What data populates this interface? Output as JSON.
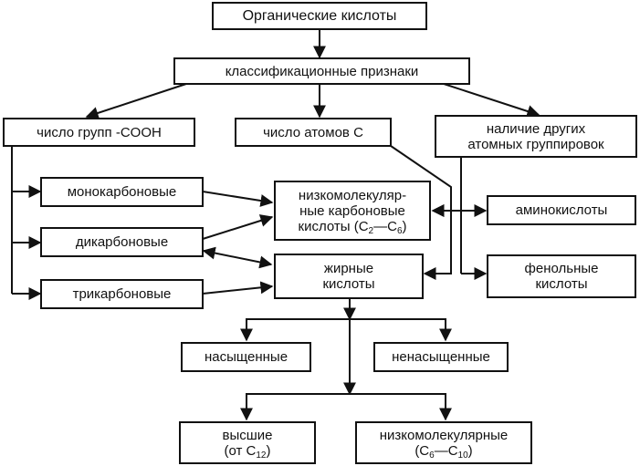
{
  "nodes": {
    "organic_acids": "Органические кислоты",
    "class_features": "классификационные признаки",
    "cooh_groups": "число групп -COOH",
    "carbon_atoms": "число атомов С",
    "other_groups": {
      "line1": "наличие других",
      "line2": "атомных группировок"
    },
    "mono": "монокарбоновые",
    "di": "дикарбоновые",
    "tri": "трикарбоновые",
    "low_mol": {
      "line1": "низкомолекуляр-",
      "line2": "ные карбоновые",
      "line3_prefix": "кислоты (С",
      "sub_a": "2",
      "dash": "—С",
      "sub_b": "6",
      "line3_suffix": ")"
    },
    "fatty": {
      "line1": "жирные",
      "line2": "кислоты"
    },
    "amino": "аминокислоты",
    "phenolic": {
      "line1": "фенольные",
      "line2": "кислоты"
    },
    "saturated": "насыщенные",
    "unsaturated": "ненасыщенные",
    "higher": {
      "line1": "высшие",
      "line2_prefix": "(от С",
      "sub": "12",
      "line2_suffix": ")"
    },
    "low_mol2": {
      "line1": "низкомолекулярные",
      "line2_prefix": "(С",
      "sub_a": "6",
      "dash": "—С",
      "sub_b": "10",
      "line2_suffix": ")"
    }
  }
}
